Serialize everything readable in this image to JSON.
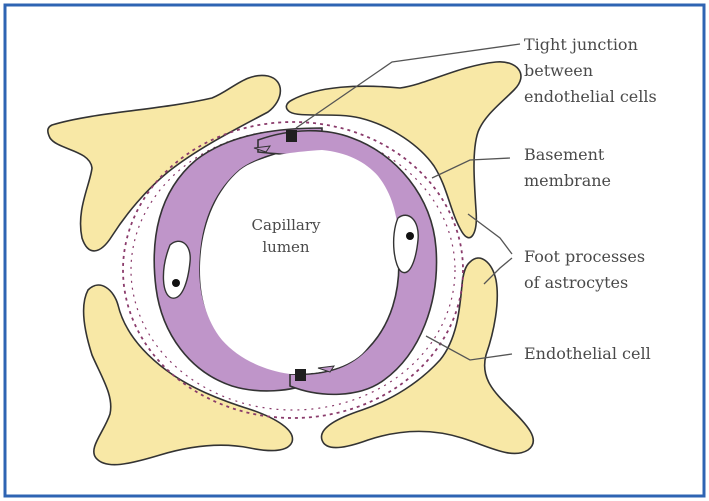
{
  "diagram": {
    "labels": {
      "capillary_lumen_line1": "Capillary",
      "capillary_lumen_line2": "lumen",
      "tight_junction_line1": "Tight junction",
      "tight_junction_line2": "between",
      "tight_junction_line3": "endothelial cells",
      "basement_membrane_line1": "Basement",
      "basement_membrane_line2": "membrane",
      "foot_processes_line1": "Foot processes",
      "foot_processes_line2": "of astrocytes",
      "endothelial_cell": "Endothelial cell"
    },
    "colors": {
      "frame": "#2f64b3",
      "astrocyte_fill": "#f8e8a6",
      "endothelial_fill": "#bf95c9",
      "outline": "#333333",
      "leader_line": "#555555"
    }
  }
}
